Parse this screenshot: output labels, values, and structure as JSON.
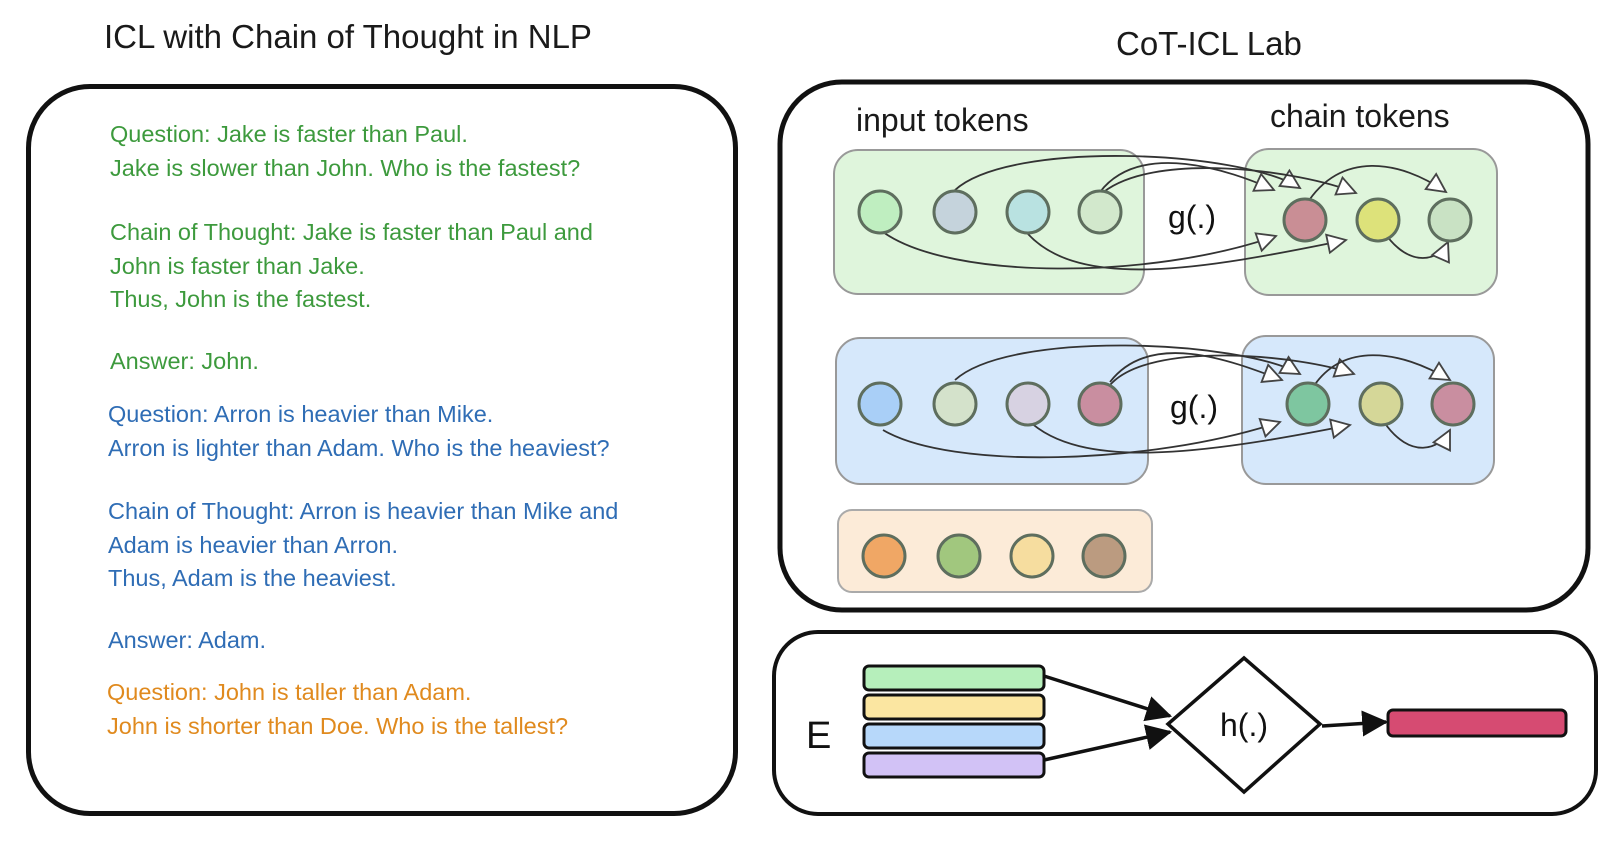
{
  "left": {
    "title": "ICL with Chain of Thought in NLP",
    "examples": [
      {
        "color": "#3d9a3d",
        "question": [
          "Question: Jake is faster than Paul.",
          "Jake is slower than John. Who is the fastest?"
        ],
        "cot": [
          "Chain of Thought: Jake is faster than Paul and",
          "John is faster than Jake.",
          "Thus, John is the fastest."
        ],
        "answer": "Answer: John."
      },
      {
        "color": "#2f6db5",
        "question": [
          "Question:  Arron is heavier than Mike.",
          "Arron is lighter than Adam. Who is the heaviest?"
        ],
        "cot": [
          "Chain of Thought: Arron is heavier than Mike and",
          "Adam is heavier than Arron.",
          "Thus, Adam is the heaviest."
        ],
        "answer": "Answer: Adam."
      },
      {
        "color": "#e08a1e",
        "question": [
          "Question: John is taller than Adam.",
          "John is shorter than Doe. Who is the tallest?"
        ]
      }
    ]
  },
  "right": {
    "title": "CoT-ICL Lab",
    "input_tokens_label": "input tokens",
    "chain_tokens_label": "chain tokens",
    "function_g_label": "g(.)",
    "function_h_label": "h(.)",
    "embedding_label": "E",
    "rows": [
      {
        "bg": "#dff5dc",
        "inputs": [
          "#bfeec0",
          "#c5d3dc",
          "#b9e2e1",
          "#d2e8cc"
        ],
        "chains": [
          "#c98e95",
          "#dde27a",
          "#c9e2c4"
        ]
      },
      {
        "bg": "#d6e8fb",
        "inputs": [
          "#a9cff7",
          "#d4e2cb",
          "#d7d2e2",
          "#c98ea0"
        ],
        "chains": [
          "#7ec6a0",
          "#d5d798",
          "#c98ea0"
        ]
      },
      {
        "bg": "#fcebd8",
        "inputs": [
          "#f0a765",
          "#a1c77e",
          "#f6dd9f",
          "#bb9b80"
        ],
        "chains": []
      }
    ],
    "embedding_colors": [
      "#b6efbb",
      "#fbe6a1",
      "#b7d8fa",
      "#d2c2f6"
    ],
    "output_color": "#d64b72"
  }
}
